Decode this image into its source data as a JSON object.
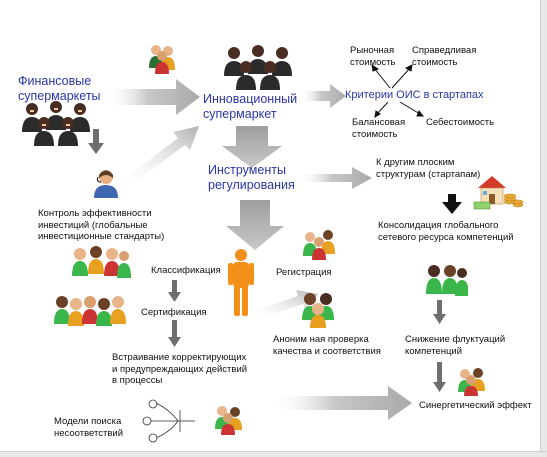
{
  "labels": {
    "fin_supermarkets": "Финансовые\nсупермаркеты",
    "innov_supermarket": "Инновационный\nсупермаркет",
    "criteria": "Критерии ОИС в стартапах",
    "market_value": "Рыночная\nстоимость",
    "fair_value": "Справедливая\nстоимость",
    "book_value": "Балансовая\nстоимость",
    "cost_value": "Себестоимость",
    "reg_tools": "Инструменты\nрегулирования",
    "other_structures": "К другим плоским\nструктурам (стартапам)",
    "consolidation": "Консолидация глобального\nсетевого ресурса компетенций",
    "control": "Контроль эффективности\nинвестиций (глобальные\nинвестиционные стандарты)",
    "classification": "Классификация",
    "registration": "Регистрация",
    "certification": "Сертификация",
    "anon_check": "Аноним ная проверка\nкачества и соответствия",
    "embedding": "Встраивание корректирующих\nи предупреждающих действий\nв процессы",
    "fluct_decrease": "Снижение флуктуаций\nкомпетенций",
    "search_models": "Модели поиска\nнесоответствий",
    "synergy": "Синергетический эффект"
  },
  "icons": [
    "people-group-icon",
    "businessman-icon",
    "house-money-icon",
    "tree-diagram-icon"
  ],
  "colors": {
    "accent_text": "#2a36a8",
    "arrow_gray": "#b4b4b4",
    "arrow_dark": "#6e6e6e",
    "person_orange": "#f39019",
    "shirt_green": "#3bb64a"
  }
}
